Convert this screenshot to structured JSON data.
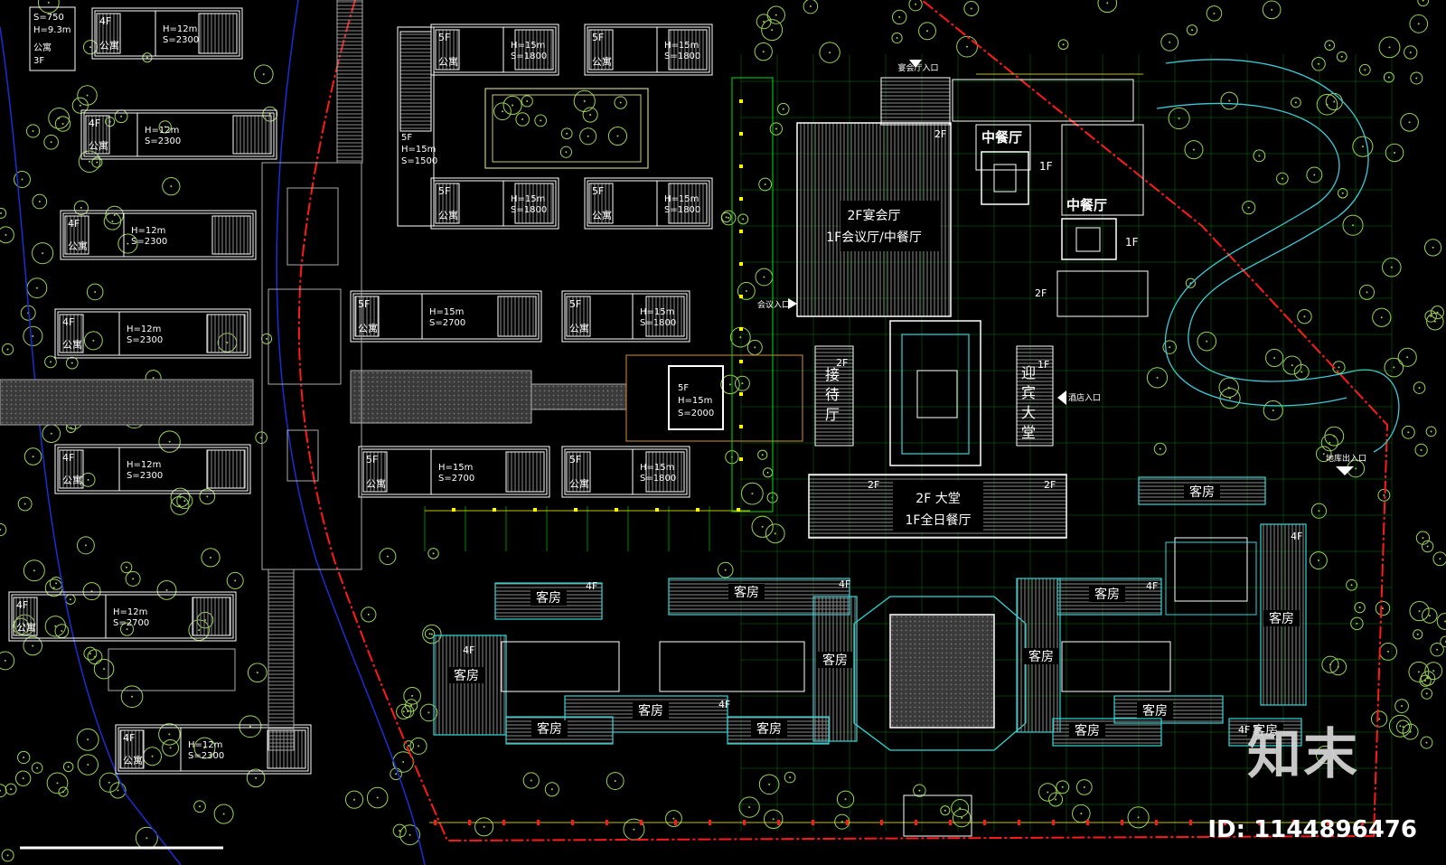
{
  "drawing": {
    "colors": {
      "background": "#000000",
      "building_outline": "#ffffff",
      "hatch": "#9a9a9a",
      "tree": "#9bd25a",
      "grid": "#00e000",
      "dimension": "#ffff00",
      "boundary_red": "#ff1a1a",
      "road_blue": "#1a2fd0",
      "water_cyan": "#40c8d8",
      "wing_cyan": "#30d8d8",
      "brown_line": "#b07a3a"
    },
    "apartments": [
      {
        "floors": "4F",
        "use": "公寓",
        "height": "H=12m",
        "area": "S=2300"
      },
      {
        "floors": "4F",
        "use": "公寓",
        "height": "H=12m",
        "area": "S=2300"
      },
      {
        "floors": "4F",
        "use": "公寓",
        "height": "H=12m",
        "area": "S=2300"
      },
      {
        "floors": "4F",
        "use": "公寓",
        "height": "H=12m",
        "area": "S=2300"
      },
      {
        "floors": "4F",
        "use": "公寓",
        "height": "H=12m",
        "area": "S=2300"
      },
      {
        "floors": "4F",
        "use": "公寓",
        "height": "H=12m",
        "area": "S=2700"
      },
      {
        "floors": "4F",
        "use": "公寓",
        "height": "H=12m",
        "area": "S=2300"
      },
      {
        "floors": "5F",
        "use": "公寓",
        "height": "H=15m",
        "area": "S=1800"
      },
      {
        "floors": "5F",
        "use": "公寓",
        "height": "H=15m",
        "area": "S=1800"
      },
      {
        "floors": "5F",
        "use": "公寓",
        "height": "H=15m",
        "area": "S=1800"
      },
      {
        "floors": "5F",
        "use": "公寓",
        "height": "H=15m",
        "area": "S=1800"
      },
      {
        "floors": "5F",
        "use": "公寓",
        "height": "H=15m",
        "area": "S=2700"
      },
      {
        "floors": "5F",
        "use": "公寓",
        "height": "H=15m",
        "area": "S=1800"
      },
      {
        "floors": "5F",
        "use": "公寓",
        "height": "H=15m",
        "area": "S=2700"
      },
      {
        "floors": "5F",
        "use": "公寓",
        "height": "H=15m",
        "area": "S=1800"
      }
    ],
    "corner_block": {
      "area": "S=750",
      "height": "H=9.3m",
      "use": "公寓",
      "floors": "3F"
    },
    "tower_vertical": {
      "floors": "5F",
      "height": "H=15m",
      "area": "S=1500"
    },
    "tower_center": {
      "floors": "5F",
      "height": "H=15m",
      "area": "S=2000"
    },
    "hotel": {
      "banquet": {
        "line1": "2F宴会厅",
        "line2": "1F会议厅/中餐厅",
        "tag": "2F"
      },
      "chinese_restaurant_1": "中餐厅",
      "chinese_restaurant_2": "中餐厅",
      "floor_1f": "1F",
      "floor_2f": "2F",
      "floor_4f": "4F",
      "reception": "接待厅",
      "welcome_hall": "迎宾大堂",
      "lobby": {
        "line1": "2F  大堂",
        "line2": "1F全日餐厅"
      },
      "guest_room": "客房",
      "entrances": {
        "banquet": "宴会厅入口",
        "conference": "会议入口",
        "lobby": "酒店入口",
        "vehicle": "地库出入口"
      }
    },
    "watermark": {
      "logo": "知末",
      "id": "ID: 1144896476"
    }
  }
}
